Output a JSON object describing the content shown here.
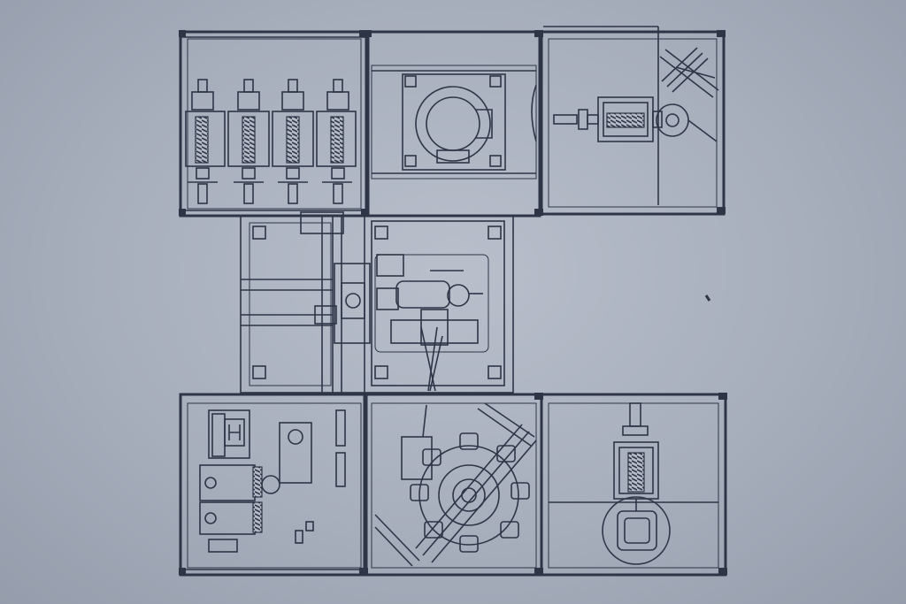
{
  "drawing": {
    "background_color": "#a9b0be",
    "line_color": "#2e3547",
    "modules": [
      {
        "id": "top-left",
        "content": "four-station-spindle-module"
      },
      {
        "id": "top-center",
        "content": "rotary-chuck-module"
      },
      {
        "id": "top-right",
        "content": "feeder-coil-module"
      },
      {
        "id": "center",
        "content": "transfer-arm-module"
      },
      {
        "id": "bottom-left",
        "content": "control-panel-module"
      },
      {
        "id": "bottom-center",
        "content": "rotary-index-table-module"
      },
      {
        "id": "bottom-right",
        "content": "press-station-module"
      }
    ]
  }
}
